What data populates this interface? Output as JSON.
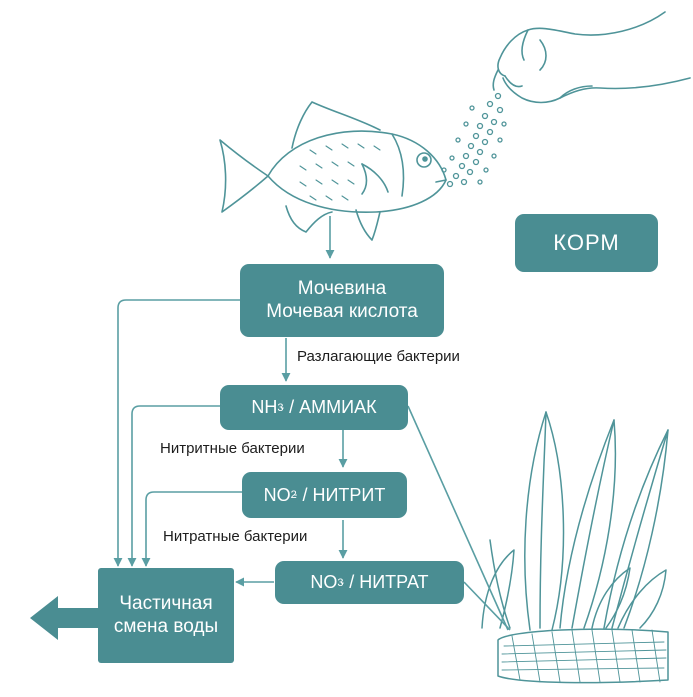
{
  "colors": {
    "box_fill": "#4a8d92",
    "box_text": "#ffffff",
    "line": "#5a9ea3",
    "label_text": "#1d1d1d",
    "sketch": "#4f9499"
  },
  "icons": [
    "hand-icon",
    "fish-icon",
    "plant-icon",
    "food-pellets-icon"
  ],
  "food_box": {
    "label": "КОРМ"
  },
  "urea_box": {
    "line1": "Мочевина",
    "line2": "Мочевая кислота"
  },
  "ammonia_box": {
    "formula_base": "NH",
    "formula_sub": "3",
    "formula_sup": "-",
    "name": " / АММИАК"
  },
  "nitrite_box": {
    "formula_base": "NO",
    "formula_sub": "2",
    "formula_sup": "-",
    "name": " / НИТРИТ"
  },
  "nitrate_box": {
    "formula_base": "NO",
    "formula_sub": "3",
    "formula_sup": "-",
    "name": " / НИТРАТ"
  },
  "water_box": {
    "line1": "Частичная",
    "line2": "смена воды"
  },
  "labels": {
    "decomposing": "Разлагающие бактерии",
    "nitrite_bacteria": "Нитритные бактерии",
    "nitrate_bacteria": "Нитратные бактерии"
  }
}
